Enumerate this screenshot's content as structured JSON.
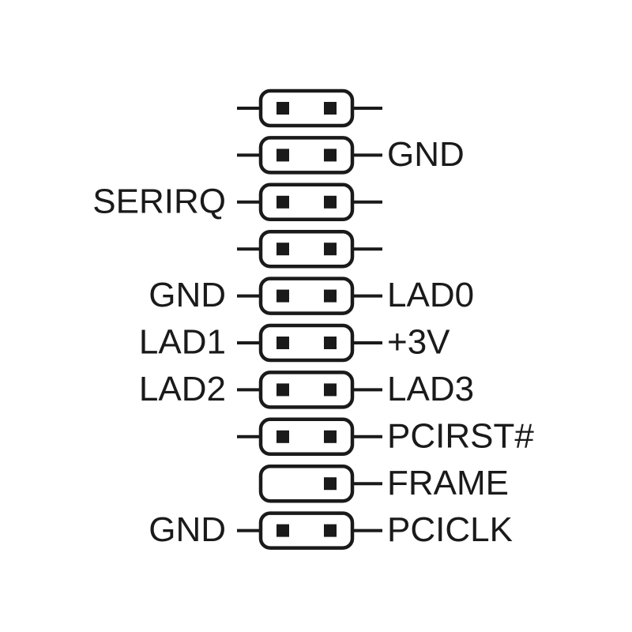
{
  "header": {
    "rows": [
      {
        "left_label": "",
        "right_label": "",
        "left_pin": true,
        "right_pin": true,
        "left_lead": true,
        "right_lead": true
      },
      {
        "left_label": "",
        "right_label": "GND",
        "left_pin": true,
        "right_pin": true,
        "left_lead": true,
        "right_lead": true
      },
      {
        "left_label": "SERIRQ",
        "right_label": "",
        "left_pin": true,
        "right_pin": true,
        "left_lead": true,
        "right_lead": true
      },
      {
        "left_label": "",
        "right_label": "",
        "left_pin": true,
        "right_pin": true,
        "left_lead": true,
        "right_lead": true
      },
      {
        "left_label": "GND",
        "right_label": "LAD0",
        "left_pin": true,
        "right_pin": true,
        "left_lead": true,
        "right_lead": true
      },
      {
        "left_label": "LAD1",
        "right_label": "+3V",
        "left_pin": true,
        "right_pin": true,
        "left_lead": true,
        "right_lead": true
      },
      {
        "left_label": "LAD2",
        "right_label": "LAD3",
        "left_pin": true,
        "right_pin": true,
        "left_lead": true,
        "right_lead": true
      },
      {
        "left_label": "",
        "right_label": "PCIRST#",
        "left_pin": true,
        "right_pin": true,
        "left_lead": true,
        "right_lead": true
      },
      {
        "left_label": "",
        "right_label": "FRAME",
        "left_pin": false,
        "right_pin": true,
        "left_lead": false,
        "right_lead": true
      },
      {
        "left_label": "GND",
        "right_label": "PCICLK",
        "left_pin": true,
        "right_pin": true,
        "left_lead": true,
        "right_lead": true
      }
    ]
  },
  "colors": {
    "ink": "#1a1a1a",
    "background": "#ffffff"
  }
}
